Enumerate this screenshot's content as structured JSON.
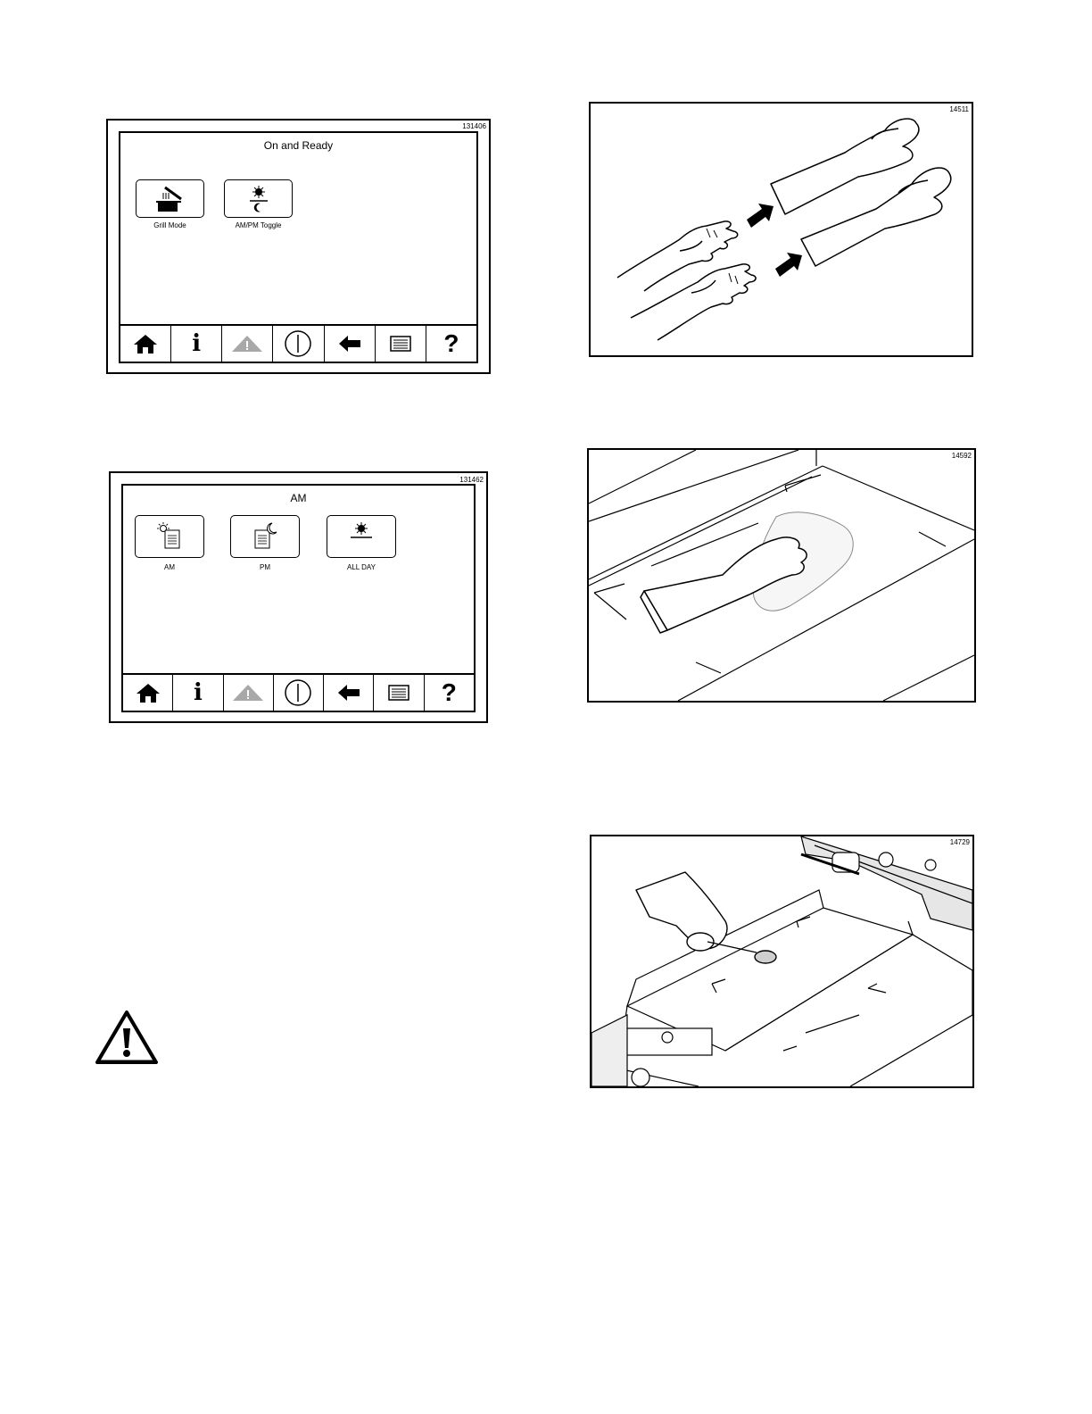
{
  "figure1": {
    "id": "131406",
    "title": "On and Ready",
    "tiles": [
      {
        "label": "Grill Mode",
        "icon": "grill-mode-icon"
      },
      {
        "label": "AM/PM Toggle",
        "icon": "am-pm-toggle-icon"
      }
    ]
  },
  "figure2": {
    "id": "131462",
    "title": "AM",
    "tiles": [
      {
        "label": "AM",
        "icon": "am-icon"
      },
      {
        "label": "PM",
        "icon": "pm-icon"
      },
      {
        "label": "ALL DAY",
        "icon": "all-day-icon"
      }
    ]
  },
  "toolbar": {
    "buttons": [
      "home-icon",
      "info-icon",
      "warning-icon",
      "power-icon",
      "back-icon",
      "menu-icon",
      "help-icon"
    ],
    "help_glyph": "?",
    "info_glyph": "i"
  },
  "illustrations": {
    "gloves_id": "14511",
    "wipe_id": "14592",
    "scrape_id": "14729"
  }
}
